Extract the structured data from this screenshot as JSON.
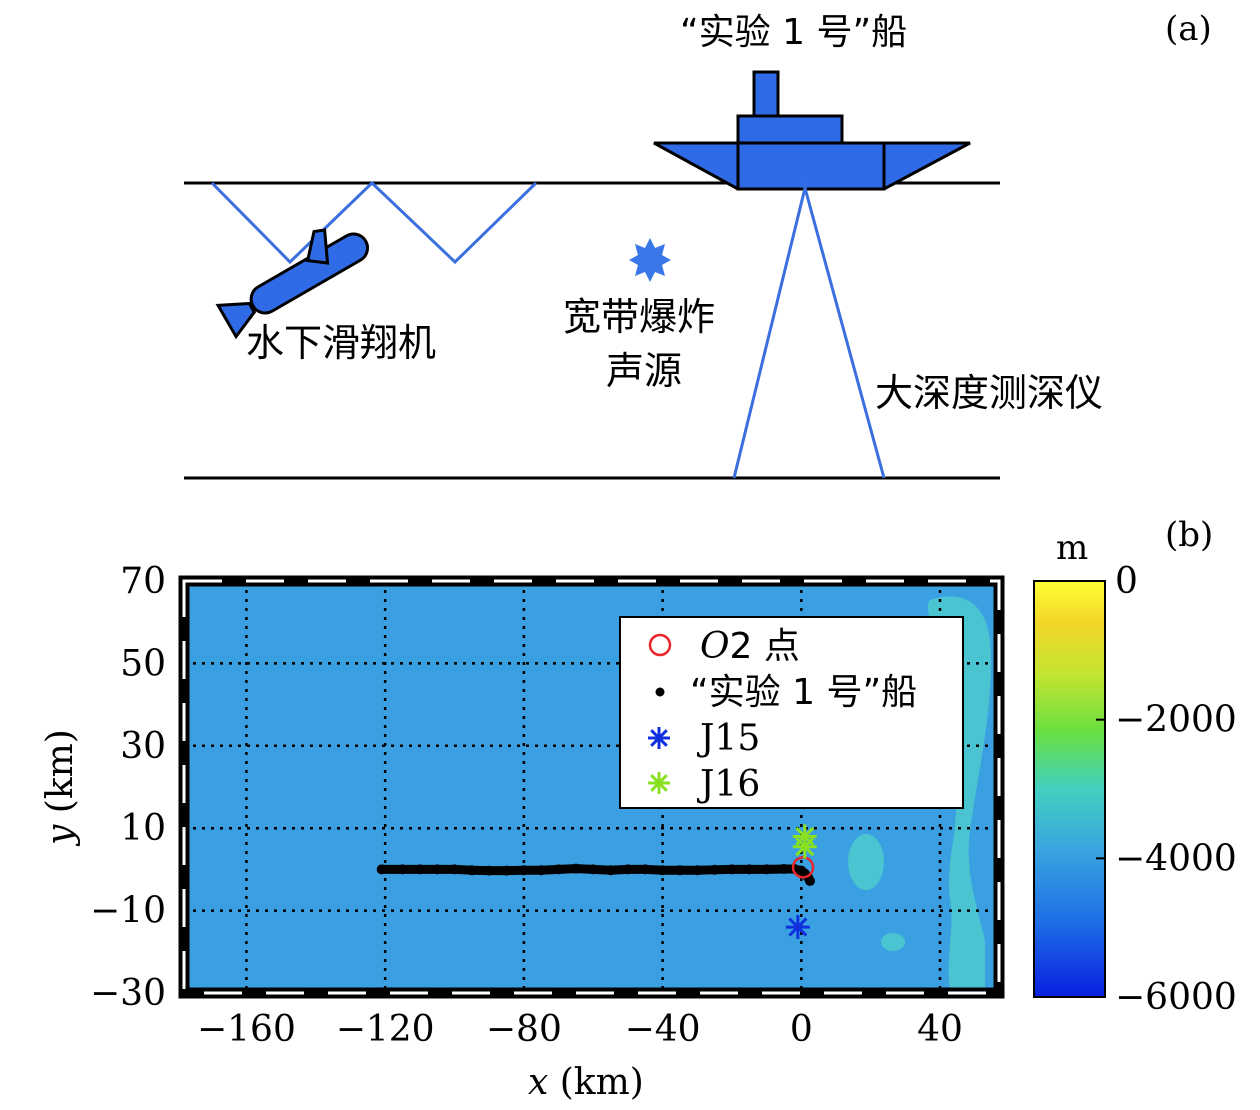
{
  "panel_a": {
    "label": "(a)",
    "ship_label": "“实验 1 号”船",
    "glider_label": "水下滑翔机",
    "source_label_line1": "宽带爆炸",
    "source_label_line2": "声源",
    "echosounder_label": "大深度测深仪"
  },
  "panel_b": {
    "label": "(b)",
    "colorbar": {
      "unit": "m",
      "ticks": [
        "0",
        "−2000",
        "−4000",
        "−6000"
      ],
      "tick_values": [
        0,
        -2000,
        -4000,
        -6000
      ],
      "range": [
        -6000,
        0
      ],
      "colors": [
        "#0a1fe0",
        "#1e6ee6",
        "#3aa6e0",
        "#42d0c0",
        "#6ae040",
        "#c6e430",
        "#f2d628",
        "#ffff33"
      ]
    },
    "xlabel_var": "x",
    "xlabel_unit": " (km)",
    "ylabel_var": "y",
    "ylabel_unit": " (km)",
    "xticks": [
      "−160",
      "−120",
      "−80",
      "−40",
      "0",
      "40"
    ],
    "yticks": [
      "70",
      "50",
      "30",
      "10",
      "−10",
      "−30"
    ],
    "legend": [
      {
        "key": "o2",
        "prefix": "O",
        "suffix": "2 点"
      },
      {
        "key": "ship",
        "prefix": "",
        "suffix": "“实验 1 号”船"
      },
      {
        "key": "j15",
        "prefix": "",
        "suffix": "J15"
      },
      {
        "key": "j16",
        "prefix": "",
        "suffix": "J16"
      }
    ]
  },
  "chart_data": {
    "type": "scatter",
    "xlim": [
      -178,
      57
    ],
    "ylim": [
      -30,
      70
    ],
    "xticks": [
      -160,
      -120,
      -80,
      -40,
      0,
      40
    ],
    "yticks": [
      70,
      50,
      30,
      10,
      -10,
      -30
    ],
    "grid": true,
    "legend_position": "top-right",
    "background_depth_m": -4500,
    "series": [
      {
        "name": "O2 点",
        "marker": "circle",
        "color": "#e8262a",
        "points": [
          [
            0.5,
            0.5
          ]
        ]
      },
      {
        "name": "“实验 1 号”船",
        "marker": "dot",
        "color": "#000000",
        "points": [
          [
            -121,
            0
          ],
          [
            -115,
            0
          ],
          [
            -110,
            0
          ],
          [
            -105,
            0
          ],
          [
            -100,
            0
          ],
          [
            -95,
            -0.2
          ],
          [
            -90,
            -0.3
          ],
          [
            -85,
            -0.3
          ],
          [
            -80,
            -0.2
          ],
          [
            -75,
            -0.2
          ],
          [
            -70,
            0
          ],
          [
            -65,
            0.2
          ],
          [
            -60,
            0
          ],
          [
            -55,
            -0.2
          ],
          [
            -50,
            0
          ],
          [
            -45,
            0
          ],
          [
            -40,
            -0.2
          ],
          [
            -35,
            -0.2
          ],
          [
            -30,
            -0.2
          ],
          [
            -25,
            -0.1
          ],
          [
            -20,
            0
          ],
          [
            -15,
            0
          ],
          [
            -10,
            0
          ],
          [
            -5,
            0.1
          ],
          [
            -2,
            0.1
          ],
          [
            0,
            -0.3
          ],
          [
            1,
            -1
          ],
          [
            2,
            -2
          ],
          [
            2.5,
            -2.8
          ]
        ]
      },
      {
        "name": "J15",
        "marker": "asterisk",
        "color": "#1030e0",
        "points": [
          [
            -1,
            -14
          ]
        ]
      },
      {
        "name": "J16",
        "marker": "asterisk",
        "color": "#88e020",
        "points": [
          [
            1,
            8
          ],
          [
            1,
            5.5
          ]
        ]
      }
    ]
  }
}
